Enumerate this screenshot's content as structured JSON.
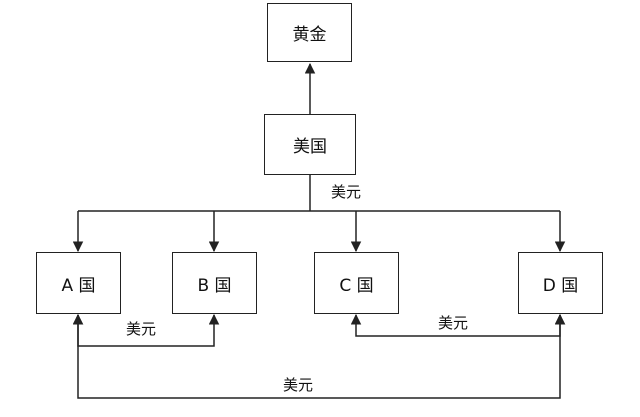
{
  "nodes": {
    "gold": "黄金",
    "usa": "美国",
    "a": "A 国",
    "b": "B 国",
    "c": "C 国",
    "d": "D 国"
  },
  "edge_labels": {
    "usa_to_countries": "美元",
    "a_b": "美元",
    "c_d": "美元",
    "a_d": "美元"
  }
}
